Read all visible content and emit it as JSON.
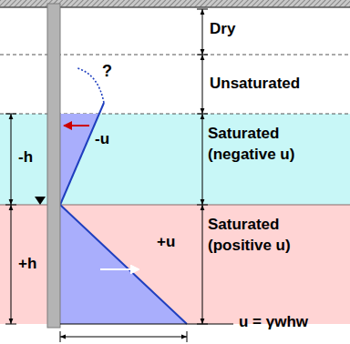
{
  "diagram": {
    "nodes": [
      {
        "text": [
          "Saturated (negative u)"
        ]
      },
      {
        "text": [
          "Saturated (positive u)"
        ]
      }
    ],
    "labels": [
      "Dry",
      "Unsaturated",
      "?",
      "-u",
      "-h",
      "+u",
      "+h",
      "u = γwhw"
    ]
  }
}
